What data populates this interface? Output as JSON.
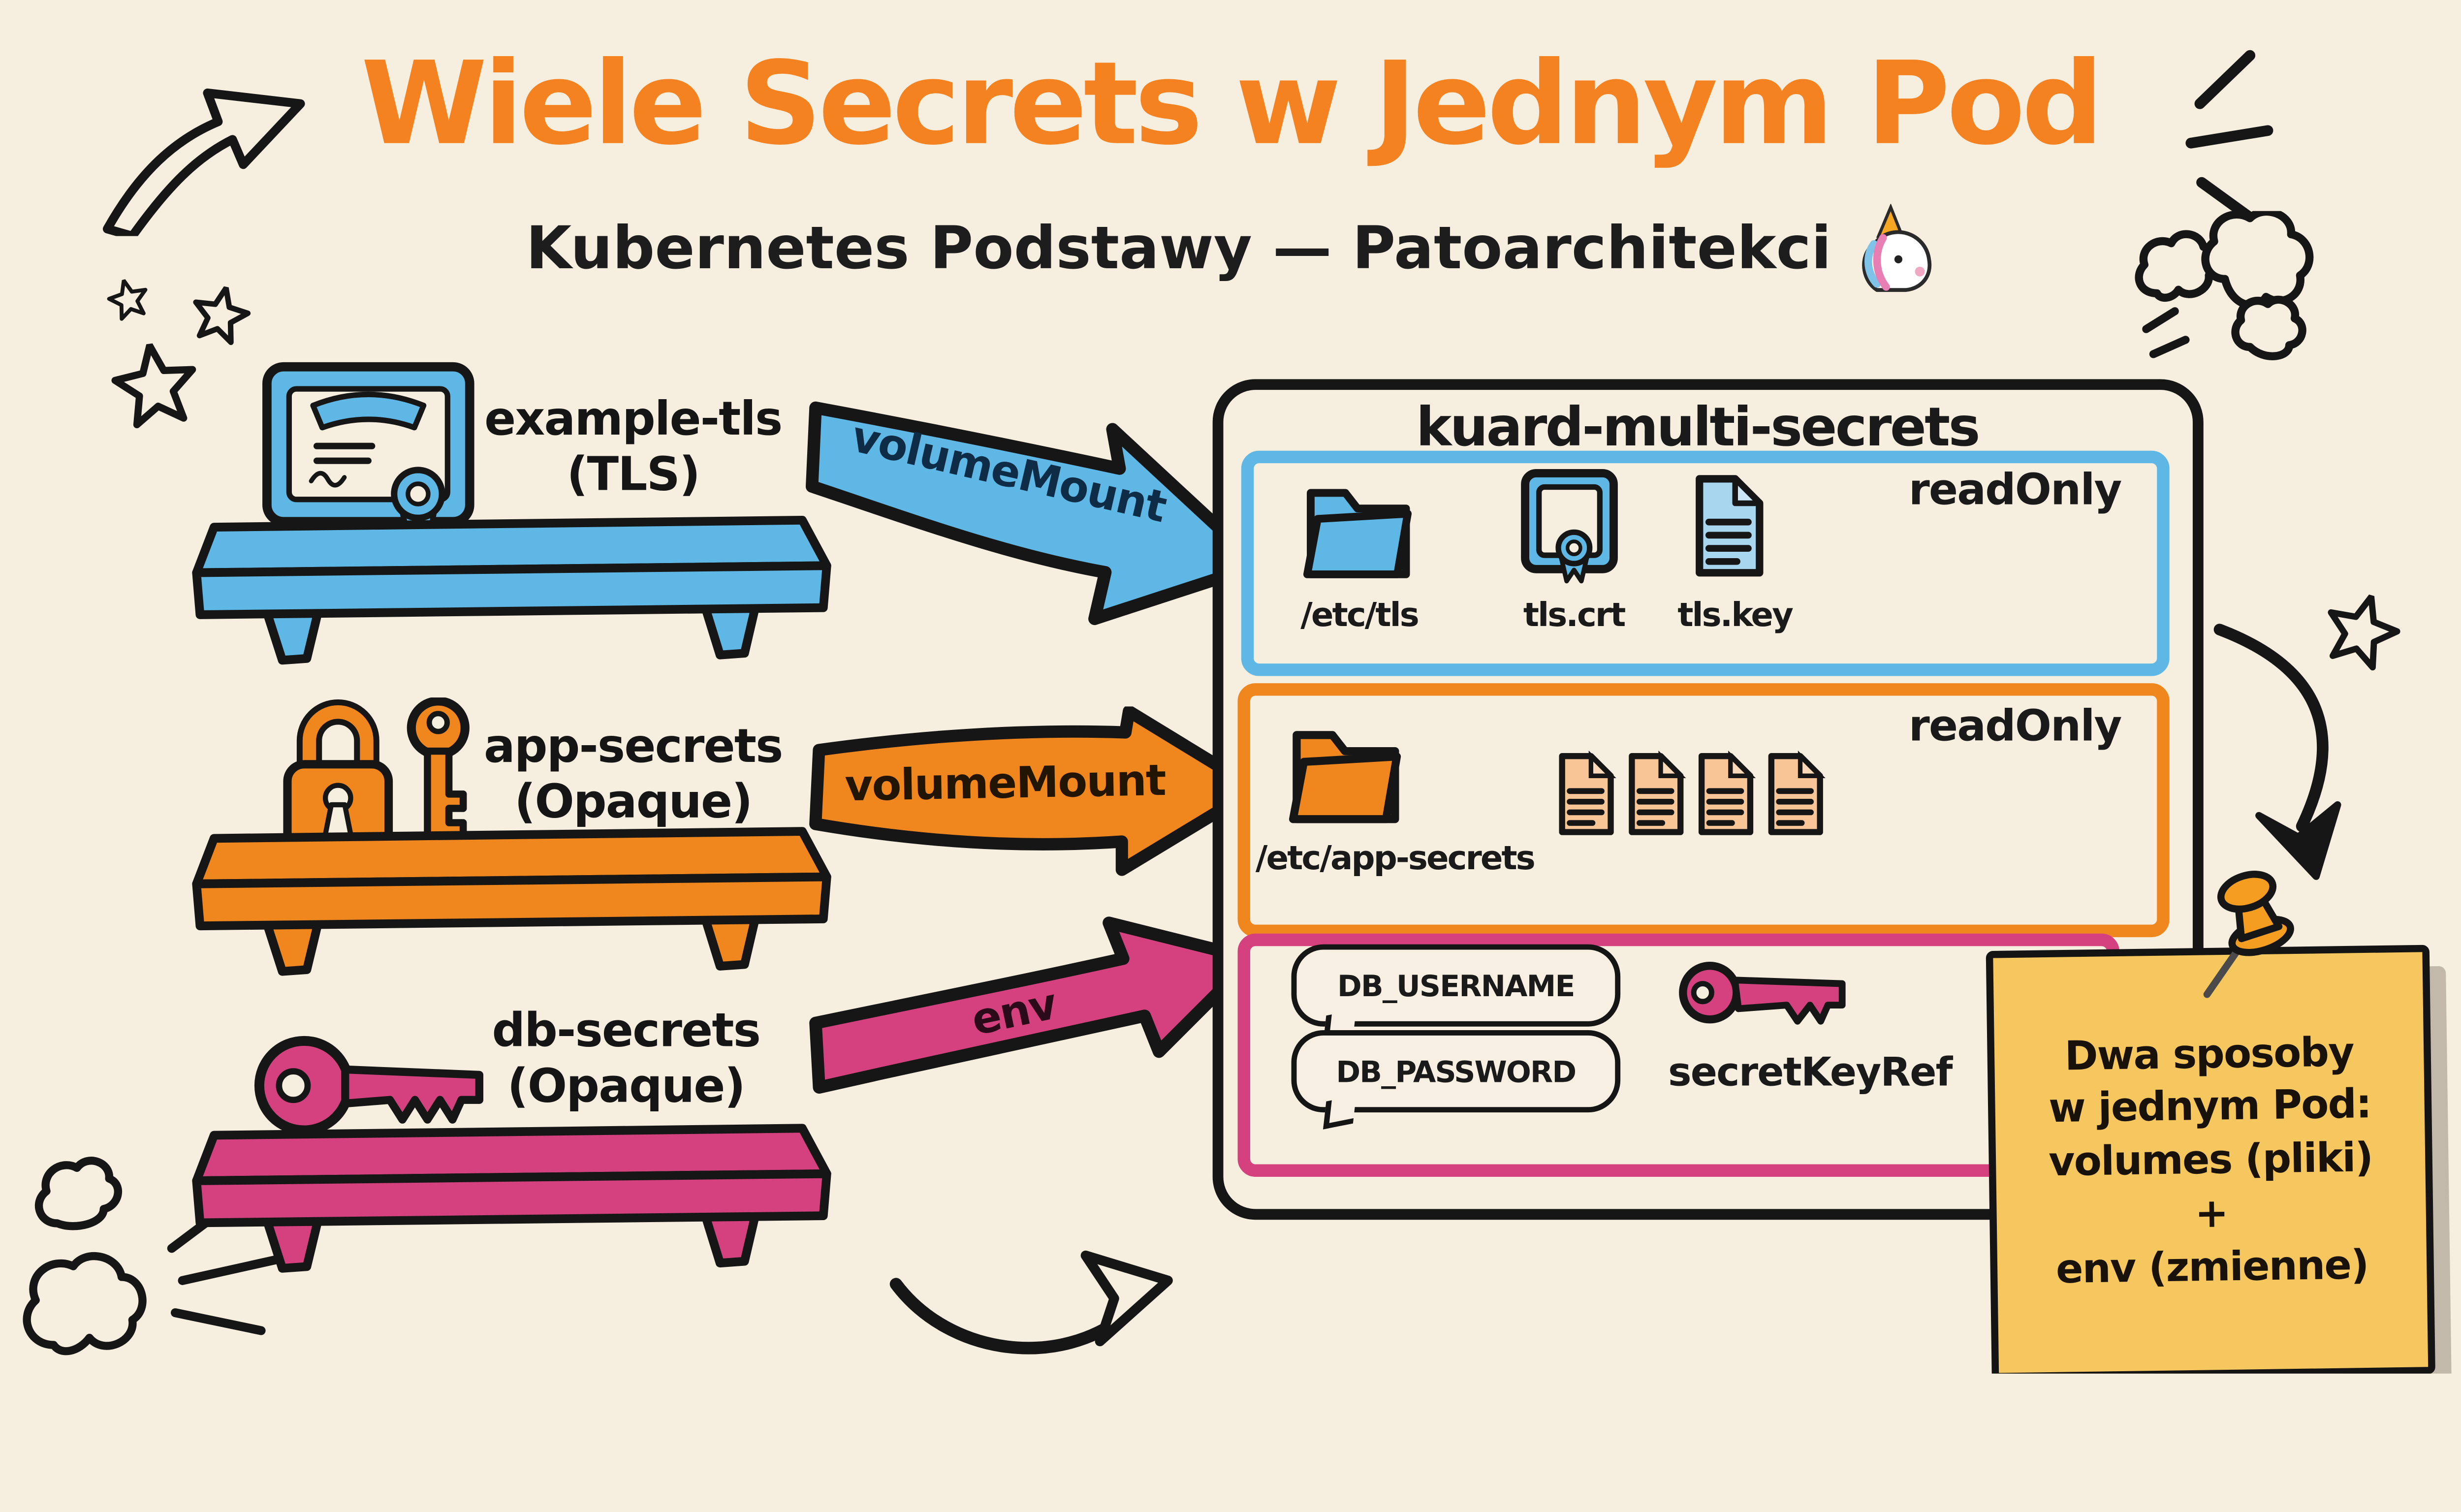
{
  "title": {
    "text": "Wiele Secrets w Jednym Pod",
    "color": "#F58220"
  },
  "subtitle": {
    "text": "Kubernetes Podstawy — Patoarchitekci",
    "emoji": "unicorn"
  },
  "shelves": [
    {
      "name": "example-tls\n(TLS)",
      "icon": "certificate-icon",
      "color": "#5FB7E5"
    },
    {
      "name": "app-secrets\n(Opaque)",
      "icon": "padlock-and-key-icon",
      "color": "#F0861E"
    },
    {
      "name": "db-secrets\n(Opaque)",
      "icon": "key-icon",
      "color": "#D4417E"
    }
  ],
  "arrows": [
    {
      "label": "volumeMount",
      "color": "#5FB7E5"
    },
    {
      "label": "volumeMount",
      "color": "#F0861E"
    },
    {
      "label": "env",
      "color": "#D4417E"
    }
  ],
  "pod": {
    "name": "kuard-multi-secrets",
    "tls_volume": {
      "readonly": "readOnly",
      "mount_path": "/etc/tls",
      "files": [
        "tls.crt",
        "tls.key"
      ],
      "color": "#5FB7E5"
    },
    "app_volume": {
      "readonly": "readOnly",
      "mount_path": "/etc/app-secrets",
      "file_count": 4,
      "color": "#F0861E"
    },
    "env_section": {
      "vars": [
        "DB_USERNAME",
        "DB_PASSWORD"
      ],
      "ref_label": "secretKeyRef",
      "color": "#D4417E"
    }
  },
  "note": {
    "text": "Dwa sposoby\nw jednym Pod:\nvolumes (pliki)\n+\nenv (zmienne)",
    "color": "#F6C75F"
  },
  "colors": {
    "background": "#F6EEDF",
    "ink": "#1A1A1A",
    "blue": "#5FB7E5",
    "blue_light": "#A9D6EF",
    "orange": "#F0861E",
    "orange_light": "#F8C596",
    "pink": "#D4417E",
    "note_yellow": "#F6C75F",
    "title_orange": "#F58220",
    "pin_orange": "#F49D20"
  }
}
